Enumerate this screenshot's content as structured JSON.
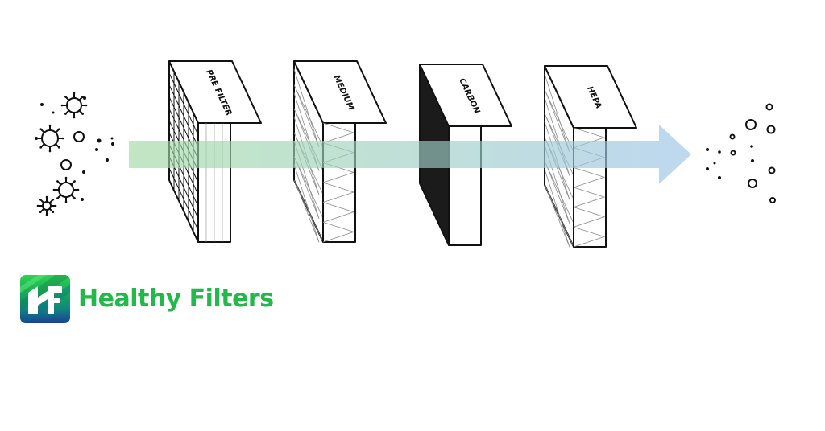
{
  "filters": [
    {
      "label": "PRE FILTER",
      "style": "grid"
    },
    {
      "label": "MEDIUM",
      "style": "pleated"
    },
    {
      "label": "CARBON",
      "style": "solid"
    },
    {
      "label": "HEPA",
      "style": "pleated"
    }
  ],
  "colors": {
    "arrow_start": "#9fd9a0",
    "arrow_end": "#9ec5e8",
    "ink": "#111111",
    "carbon": "#1c1b1b",
    "brand_green": "#22b94a",
    "brand_blue": "#1b4a9c",
    "brand_teal": "#11857f"
  },
  "brand": {
    "name": "Healthy Filters",
    "icon": "hf-logo-icon"
  }
}
